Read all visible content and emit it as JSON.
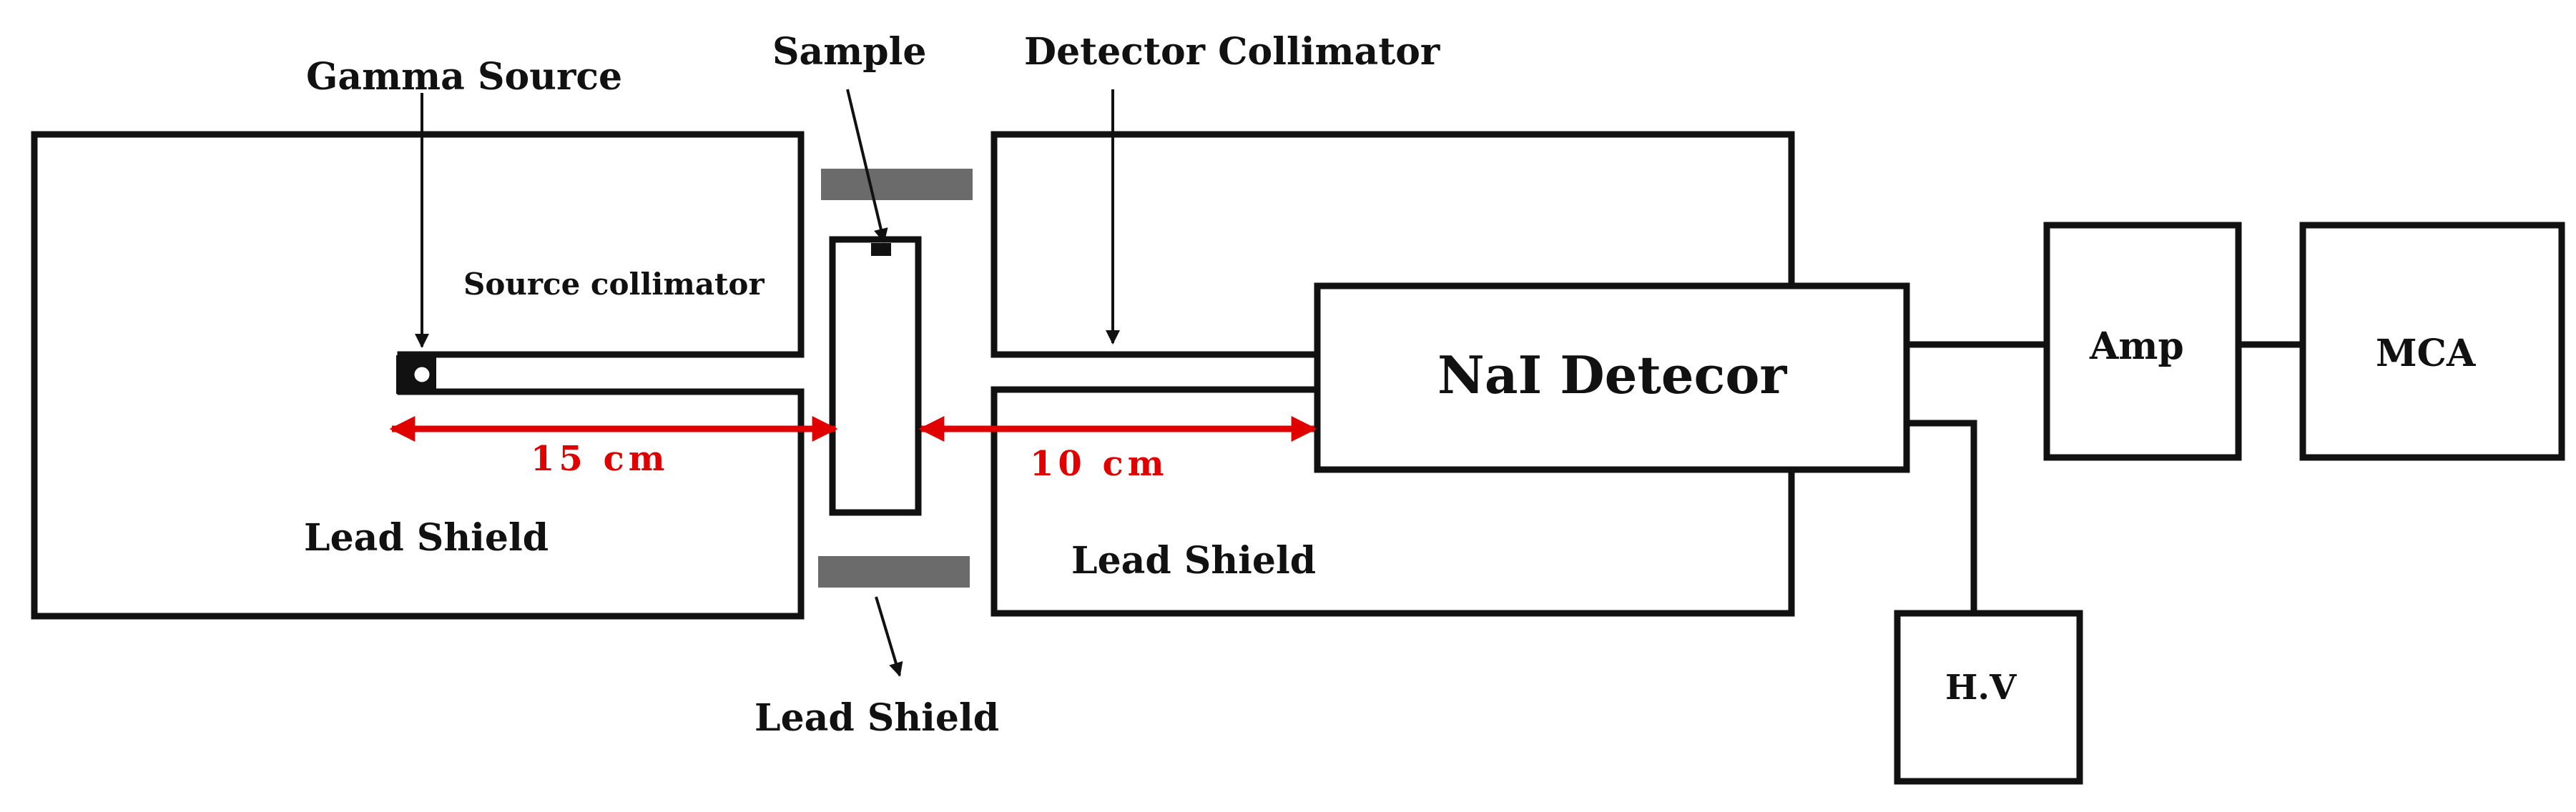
{
  "labels": {
    "gamma_source": "Gamma Source",
    "sample": "Sample",
    "detector_collimator": "Detector Collimator",
    "source_collimator": "Source collimator",
    "lead_shield_left": "Lead Shield",
    "lead_shield_bottom": "Lead Shield",
    "lead_shield_right": "Lead Shield",
    "nai_detector": "NaI Detecor",
    "amp": "Amp",
    "mca": "MCA",
    "hv": "H.V"
  },
  "dimensions": {
    "source_to_sample": "15 cm",
    "sample_to_detector": "10 cm"
  },
  "colors": {
    "line": "#111111",
    "dimension": "#e00000",
    "shield_block": "#6b6b6b"
  }
}
